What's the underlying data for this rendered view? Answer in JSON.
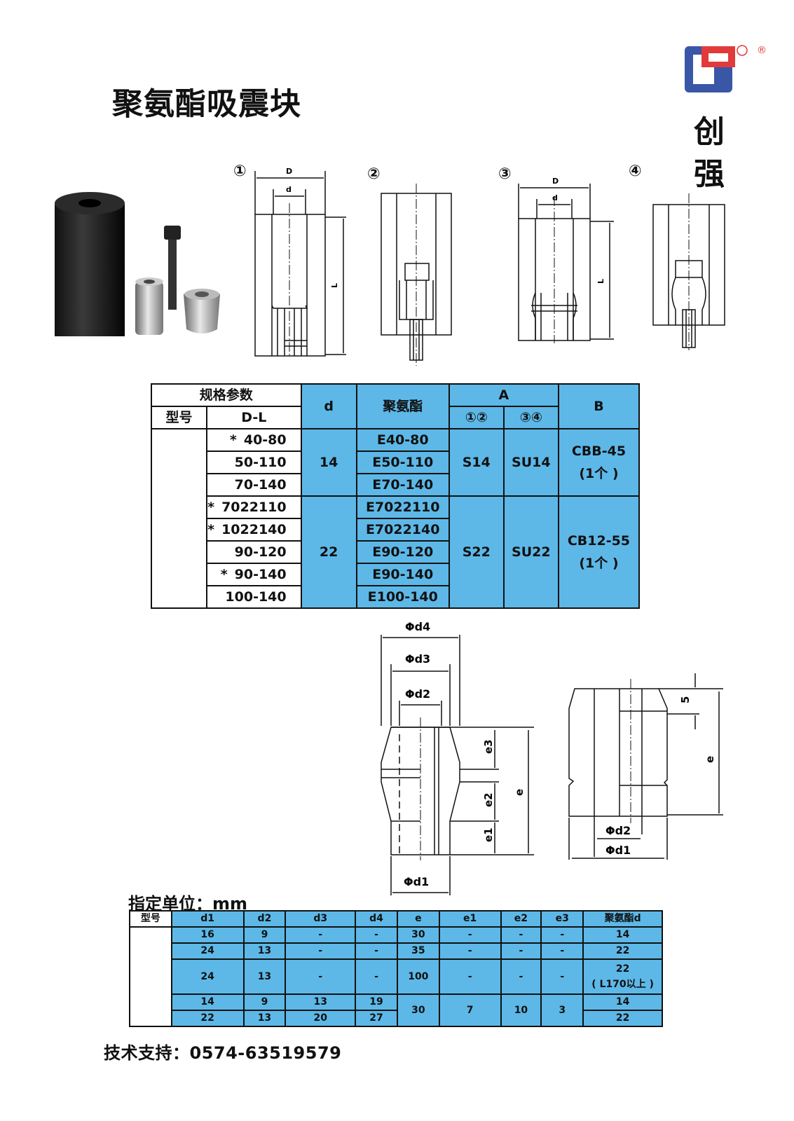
{
  "title": "聚氨酯吸震块",
  "brand": {
    "char1": "创",
    "char2": "强",
    "registered": "®"
  },
  "figures": {
    "labels": [
      "①",
      "②",
      "③",
      "④"
    ],
    "dim_D": "D",
    "dim_d": "d",
    "dim_L": "L",
    "bottom_left": {
      "d4": "Φd4",
      "d3": "Φd3",
      "d2": "Φd2",
      "d1": "Φd1",
      "e": "e",
      "e1": "e1",
      "e2": "e2",
      "e3": "e3"
    },
    "bottom_right": {
      "five": "5",
      "e": "e",
      "d2": "Φd2",
      "d1": "Φd1"
    }
  },
  "spec_table": {
    "h_spec": "规格参数",
    "h_model": "型号",
    "h_dl": "D-L",
    "h_d": "d",
    "h_pu": "聚氨酯",
    "h_A": "A",
    "h_A12": "①②",
    "h_A34": "③④",
    "h_B": "B",
    "rows": [
      {
        "dl": "40-80",
        "star": true,
        "pu": "E40-80"
      },
      {
        "dl": "50-110",
        "star": false,
        "pu": "E50-110"
      },
      {
        "dl": "70-140",
        "star": false,
        "pu": "E70-140"
      },
      {
        "dl": "7022110",
        "star": true,
        "pu": "E7022110"
      },
      {
        "dl": "1022140",
        "star": true,
        "pu": "E7022140"
      },
      {
        "dl": "90-120",
        "star": false,
        "pu": "E90-120"
      },
      {
        "dl": "90-140",
        "star": true,
        "pu": "E90-140"
      },
      {
        "dl": "100-140",
        "star": false,
        "pu": "E100-140"
      }
    ],
    "group1": {
      "d": "14",
      "a12": "S14",
      "a34": "SU14",
      "b1": "CBB-45",
      "b2": "(1个 )"
    },
    "group2": {
      "d": "22",
      "a12": "S22",
      "a34": "SU22",
      "b1": "CB12-55",
      "b2": "(1个 )"
    },
    "star_symbol": "*"
  },
  "unit_label": "指定单位：mm",
  "dim_table": {
    "headers": [
      "型号",
      "d1",
      "d2",
      "d3",
      "d4",
      "e",
      "e1",
      "e2",
      "e3",
      "聚氨酯d"
    ],
    "rows": [
      [
        "16",
        "9",
        "-",
        "-",
        "30",
        "-",
        "-",
        "-",
        "14"
      ],
      [
        "24",
        "13",
        "-",
        "-",
        "35",
        "-",
        "-",
        "-",
        "22"
      ],
      [
        "24",
        "13",
        "-",
        "-",
        "100",
        "-",
        "-",
        "-",
        "22"
      ]
    ],
    "row3_note": "( L170以上 )",
    "row4": {
      "d1": "14",
      "d2": "9",
      "d3": "13",
      "d4": "19",
      "pu": "14"
    },
    "row5": {
      "d1": "22",
      "d2": "13",
      "d3": "20",
      "d4": "27",
      "pu": "22"
    },
    "merged": {
      "e": "30",
      "e1": "7",
      "e2": "10",
      "e3": "3"
    }
  },
  "support": "技术支持：0574-63519579"
}
